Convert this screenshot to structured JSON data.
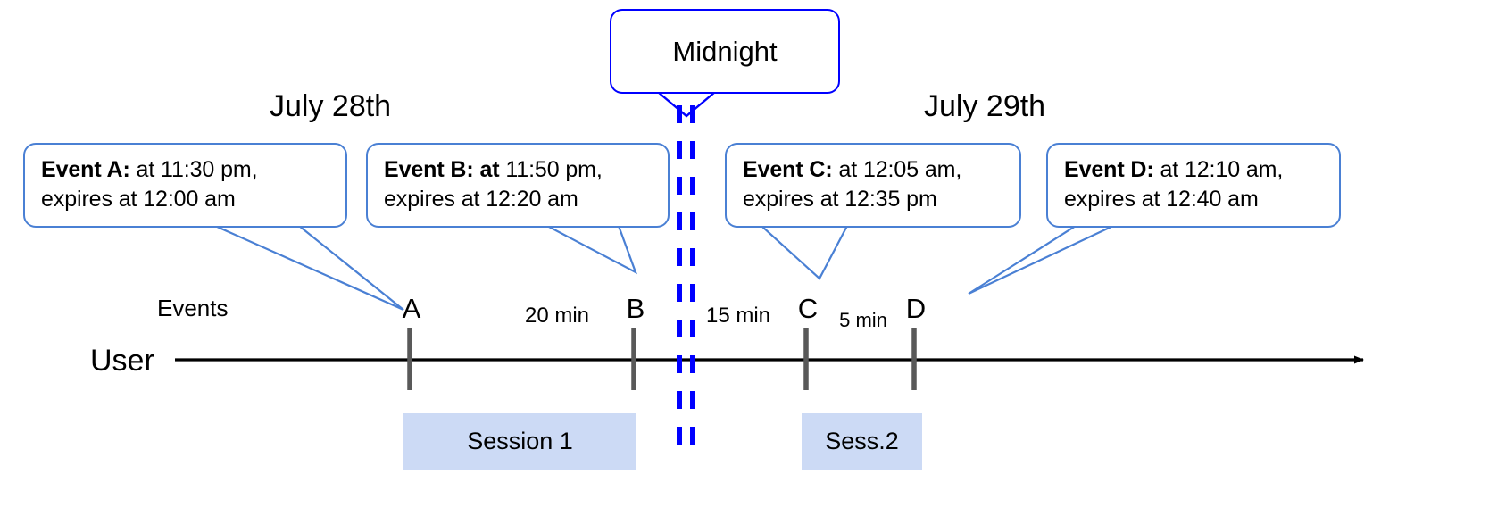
{
  "diagram": {
    "title_bubble": {
      "label": "Midnight"
    },
    "dates": [
      {
        "name": "date-left",
        "label": "July 28th"
      },
      {
        "name": "date-right",
        "label": "July 29th"
      }
    ],
    "axis": {
      "user_label": "User",
      "events_label": "Events"
    },
    "callouts": [
      {
        "id": "event-a",
        "lead": "Event A:",
        "line1_rest": " at 11:30 pm,",
        "line2": "expires at 12:00 am"
      },
      {
        "id": "event-b",
        "lead": "Event B: at",
        "line1_rest": " 11:50 pm,",
        "line2": "expires at 12:20 am"
      },
      {
        "id": "event-c",
        "lead": "Event C:",
        "line1_rest": " at 12:05 am,",
        "line2": "expires at 12:35 pm"
      },
      {
        "id": "event-d",
        "lead": "Event D:",
        "line1_rest": "  at 12:10 am,",
        "line2": "expires at 12:40 am"
      }
    ],
    "events": [
      {
        "id": "event-tick-a",
        "letter": "A"
      },
      {
        "id": "event-tick-b",
        "letter": "B"
      },
      {
        "id": "event-tick-c",
        "letter": "C"
      },
      {
        "id": "event-tick-d",
        "letter": "D"
      }
    ],
    "gaps": [
      {
        "id": "gap-ab",
        "label": "20 min"
      },
      {
        "id": "gap-bc",
        "label": "15 min"
      },
      {
        "id": "gap-cd",
        "label": "5 min"
      }
    ],
    "sessions": [
      {
        "id": "session-1",
        "label": "Session 1"
      },
      {
        "id": "session-2",
        "label": "Sess.2"
      }
    ],
    "colors": {
      "callout_border": "#4a80d4",
      "midnight_border": "#0000ff",
      "midnight_dash": "#0000ff",
      "session_fill": "#ccdaf5",
      "axis": "#000000",
      "tick": "#595959"
    }
  }
}
